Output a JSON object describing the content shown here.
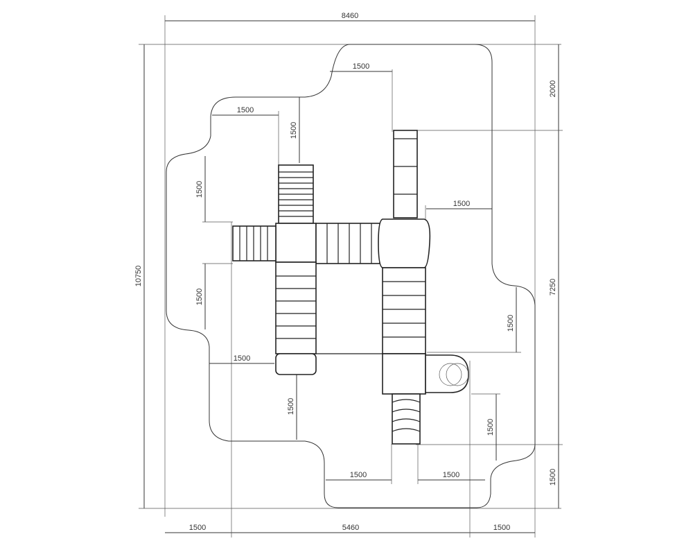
{
  "drawing": {
    "labels": {
      "total_width": "8460",
      "total_height": "10750",
      "margin_left": "1500",
      "center_width": "5460",
      "margin_right": "1500",
      "top_margin": "2000",
      "middle_height": "7250",
      "bottom_margin": "1500",
      "top_mid_gap": "1500",
      "top_left_gap_h": "1500",
      "top_left_gap_v": "1500",
      "left_upper_gap": "1500",
      "left_lower_gap": "1500",
      "right_upper_gap": "1500",
      "right_mid_gap": "1500",
      "left_bottom_gap": "1500",
      "center_bottom_gap": "1500",
      "bottom_left_gap": "1500",
      "bottom_right_gap": "1500",
      "right_lower_gap": "1500"
    }
  }
}
